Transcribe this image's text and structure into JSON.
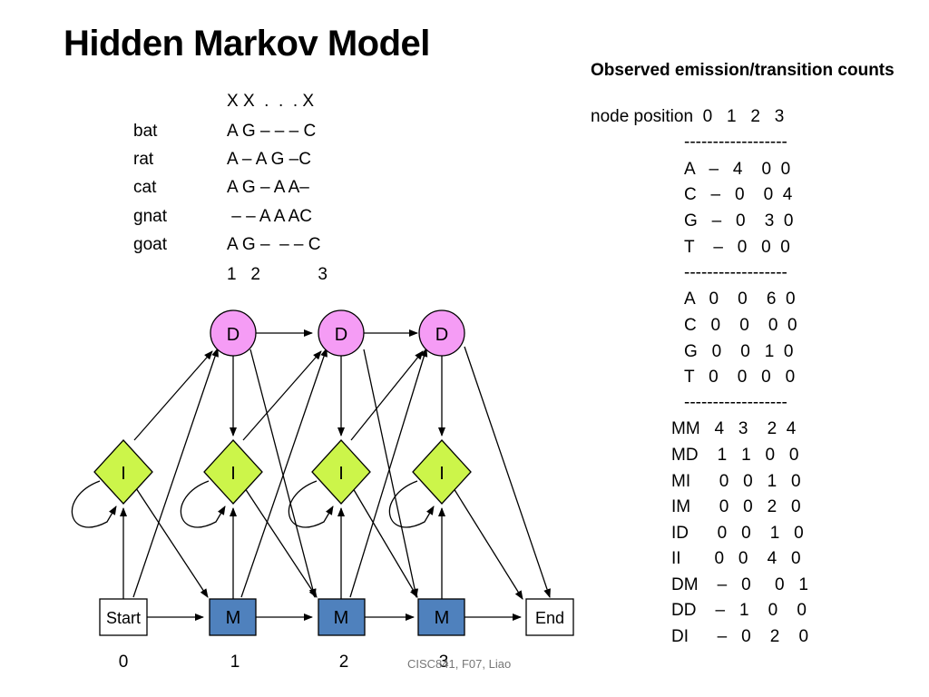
{
  "title": "Hidden Markov Model",
  "alignment": {
    "header": "X X  .  .  . X",
    "rows": [
      {
        "name": "bat",
        "seq": "A G – – – C"
      },
      {
        "name": "rat",
        "seq": "A – A G –C"
      },
      {
        "name": "cat",
        "seq": "A G – A A–"
      },
      {
        "name": "gnat",
        "seq": " – – A A AC"
      },
      {
        "name": "goat",
        "seq": "A G –  – – C"
      }
    ],
    "positions": "1   2            3"
  },
  "diagram": {
    "delete_label": "D",
    "insert_label": "I",
    "match_label": "M",
    "start_label": "Start",
    "end_label": "End",
    "node_numbers": [
      "0",
      "1",
      "2",
      "3"
    ],
    "colors": {
      "delete": "#f59cf5",
      "insert": "#ccf54a",
      "match": "#4f81bd",
      "start_end": "#ffffff"
    }
  },
  "counts_panel": {
    "heading": "Observed emission/transition counts",
    "header": "node position  0   1   2   3",
    "separator": "------------------",
    "match_emissions": [
      "A   –   4    0  0",
      "C   –   0    0  4",
      "G   –   0    3  0",
      "T    –   0   0  0"
    ],
    "insert_emissions": [
      "A   0    0    6  0",
      "C   0    0    0  0",
      "G   0    0   1  0",
      "T   0    0   0   0"
    ],
    "transitions": [
      "MM   4   3    2  4",
      "MD    1   1   0   0",
      "MI      0   0   1   0",
      "IM      0   0   2   0",
      "ID      0   0    1   0",
      "II       0   0    4   0",
      "DM    –   0     0   1",
      "DD    –   1    0    0",
      "DI      –   0    2    0"
    ]
  },
  "footer": "CISC841, F07, Liao"
}
